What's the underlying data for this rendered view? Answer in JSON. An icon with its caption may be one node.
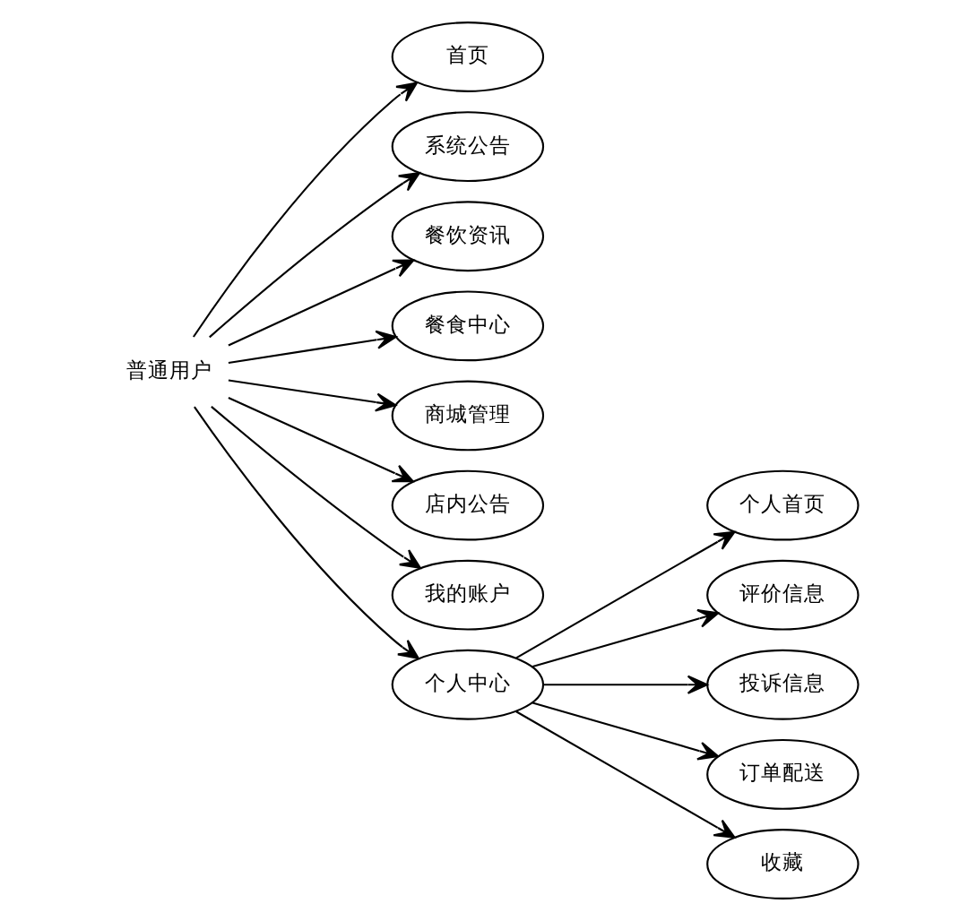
{
  "diagram": {
    "nodes": [
      {
        "text": [
          "普通用户"
        ]
      },
      {
        "text": [
          "首页"
        ]
      },
      {
        "text": [
          "系统公告"
        ]
      },
      {
        "text": [
          "餐饮资讯"
        ]
      },
      {
        "text": [
          "餐食中心"
        ]
      },
      {
        "text": [
          "商城管理"
        ]
      },
      {
        "text": [
          "店内公告"
        ]
      },
      {
        "text": [
          "我的账户"
        ]
      },
      {
        "text": [
          "个人中心"
        ]
      },
      {
        "text": [
          "个人首页"
        ]
      },
      {
        "text": [
          "评价信息"
        ]
      },
      {
        "text": [
          "投诉信息"
        ]
      },
      {
        "text": [
          "订单配送"
        ]
      },
      {
        "text": [
          "收藏"
        ]
      }
    ],
    "edges": [
      {
        "from": 0,
        "to": 1,
        "arrow": "to"
      },
      {
        "from": 0,
        "to": 2,
        "arrow": "to"
      },
      {
        "from": 0,
        "to": 3,
        "arrow": "to"
      },
      {
        "from": 0,
        "to": 4,
        "arrow": "to"
      },
      {
        "from": 0,
        "to": 5,
        "arrow": "to"
      },
      {
        "from": 0,
        "to": 6,
        "arrow": "to"
      },
      {
        "from": 0,
        "to": 7,
        "arrow": "to"
      },
      {
        "from": 0,
        "to": 8,
        "arrow": "to"
      },
      {
        "from": 8,
        "to": 9,
        "arrow": "to"
      },
      {
        "from": 8,
        "to": 10,
        "arrow": "to"
      },
      {
        "from": 8,
        "to": 11,
        "arrow": "to"
      },
      {
        "from": 8,
        "to": 12,
        "arrow": "to"
      },
      {
        "from": 8,
        "to": 13,
        "arrow": "to"
      }
    ]
  }
}
